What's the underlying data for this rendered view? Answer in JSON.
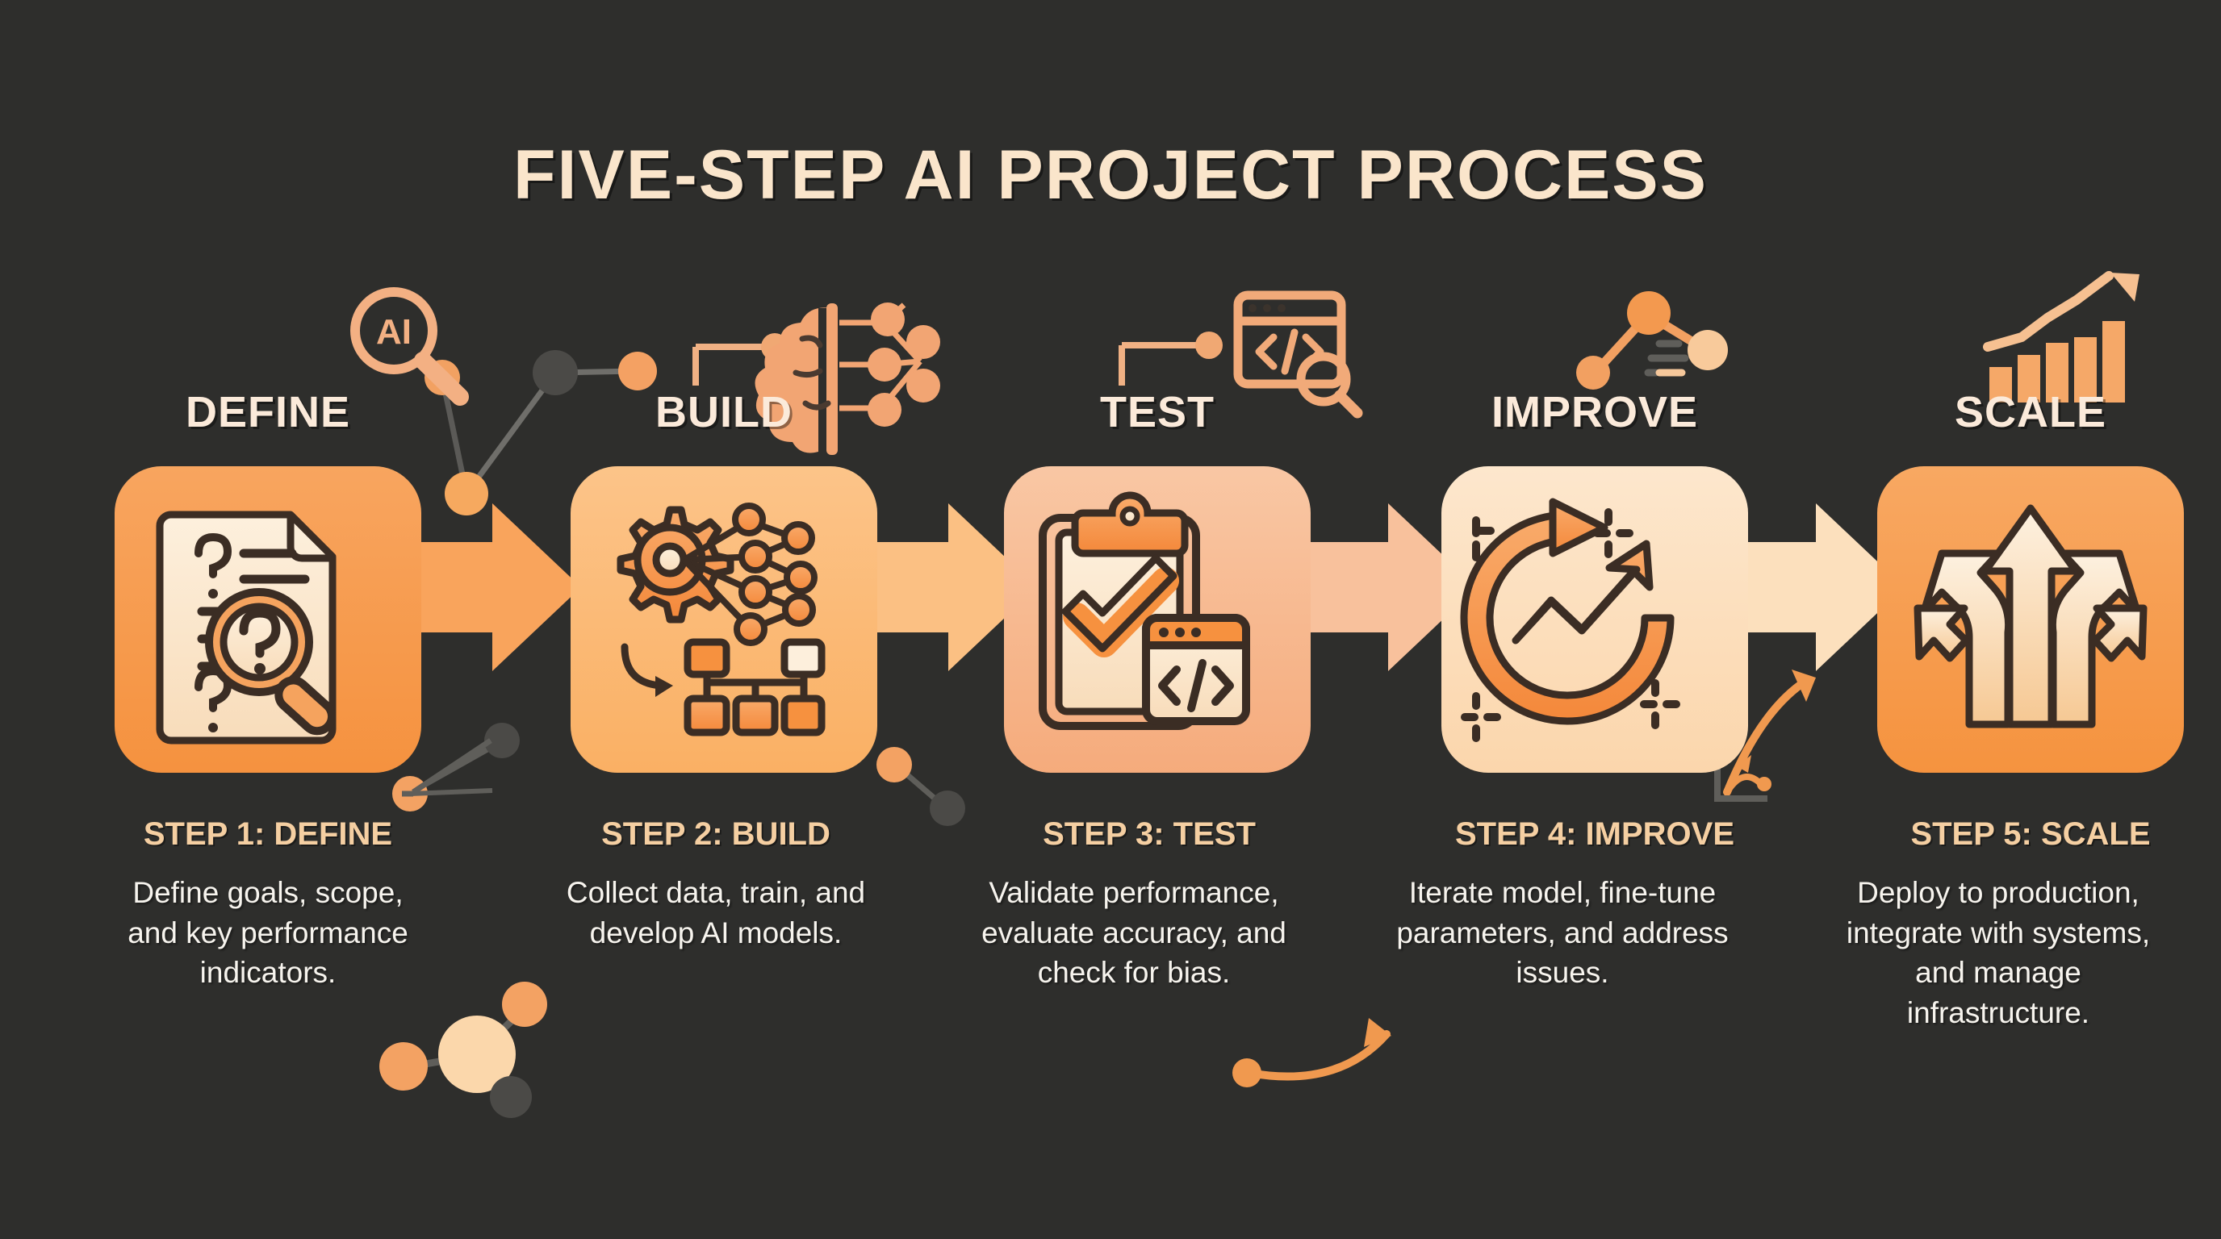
{
  "page": {
    "title": "FIVE-STEP AI PROJECT PROCESS",
    "background_color": "#2e2e2c",
    "title_color": "#fae5cb"
  },
  "steps": [
    {
      "label": "DEFINE",
      "caption": "STEP 1: DEFINE",
      "body": "Define goals, scope, and key performance indicators.",
      "card_color": "#f79a4d",
      "card_color_2": "#f5a45f",
      "icon": "document-magnifier-icon",
      "top_icon": "ai-magnifier-icon"
    },
    {
      "label": "BUILD",
      "caption": "STEP 2: BUILD",
      "body": "Collect data, train, and develop AI models.",
      "card_color": "#fbb771",
      "card_color_2": "#fcc387",
      "icon": "gear-network-flowchart-icon",
      "top_icon": "ai-brain-icon"
    },
    {
      "label": "TEST",
      "caption": "STEP 3: TEST",
      "body": "Validate performance, evaluate accuracy, and check for bias.",
      "card_color": "#f6b68d",
      "card_color_2": "#f8c5a2",
      "icon": "clipboard-check-code-icon",
      "top_icon": "code-inspect-icon"
    },
    {
      "label": "IMPROVE",
      "caption": "STEP 4: IMPROVE",
      "body": "Iterate model, fine-tune parameters, and address issues.",
      "card_color": "#fbdcb6",
      "card_color_2": "#fce5c9",
      "icon": "refresh-growth-arrow-icon",
      "top_icon": "network-tuning-icon"
    },
    {
      "label": "SCALE",
      "caption": "STEP 5: SCALE",
      "body": "Deploy to production, integrate with systems, and manage infrastructure.",
      "card_color": "#f79a4d",
      "card_color_2": "#f8a75f",
      "icon": "branching-arrows-icon",
      "top_icon": "growth-bar-chart-icon"
    }
  ],
  "connectors": [
    {
      "name": "arrow-define-to-build",
      "color": "#f9a45c"
    },
    {
      "name": "arrow-build-to-test",
      "color": "#fbc083"
    },
    {
      "name": "arrow-test-to-improve",
      "color": "#f8c19c"
    },
    {
      "name": "arrow-improve-to-scale",
      "color": "#fce0bd"
    }
  ],
  "decorations": [
    {
      "name": "node-cluster-top-left"
    },
    {
      "name": "node-cluster-bottom-left"
    },
    {
      "name": "node-cluster-bottom-center"
    },
    {
      "name": "curved-arrow-bottom-right"
    },
    {
      "name": "curved-arrow-right"
    },
    {
      "name": "mini-chart-icon"
    }
  ]
}
